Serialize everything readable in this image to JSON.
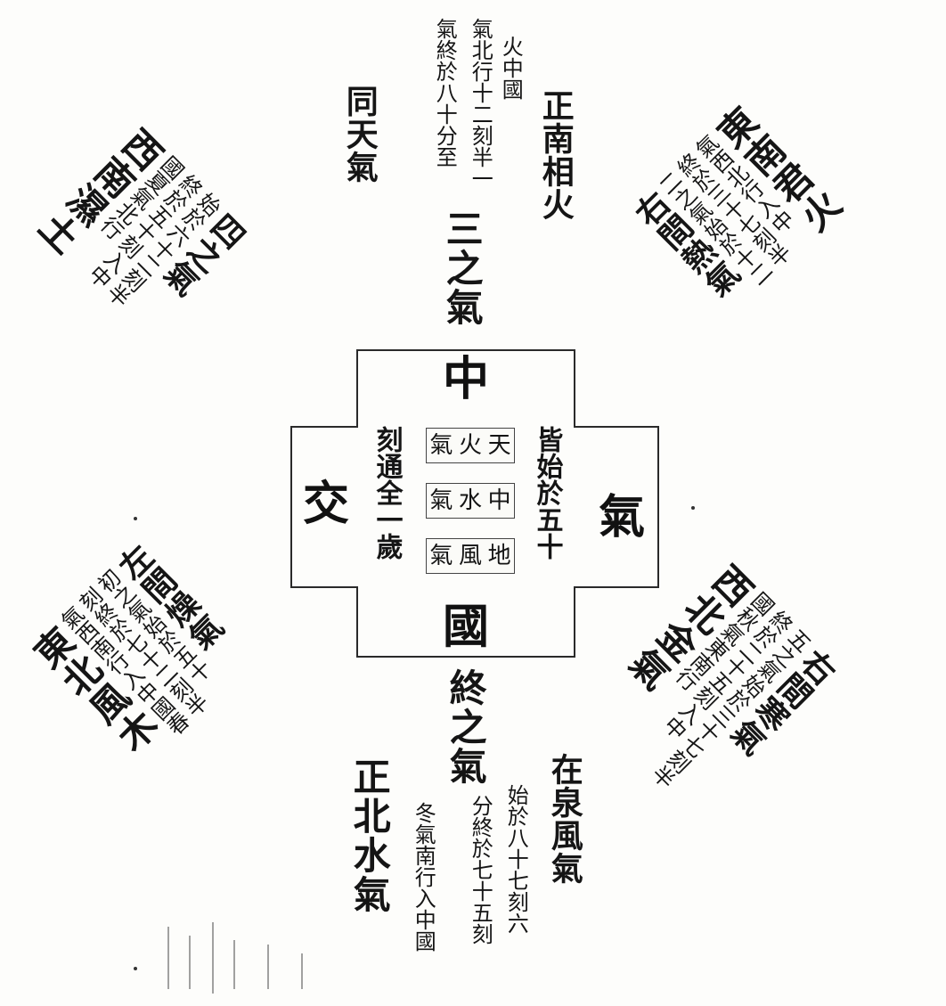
{
  "center": {
    "top": "中",
    "bottom": "國",
    "left": "交",
    "right": "氣",
    "col_right": "皆始於五十",
    "col_left": "刻通全一歲",
    "cells": [
      [
        "天",
        "火",
        "氣"
      ],
      [
        "中",
        "水",
        "氣"
      ],
      [
        "地",
        "風",
        "氣"
      ]
    ]
  },
  "south": {
    "col1": "正南相火",
    "col2": "火中國",
    "col3": "氣北行十二刻半一",
    "col4": "氣終於八十分至",
    "col5": "同天氣",
    "col6": "三之氣"
  },
  "north": {
    "col1": "在泉風氣",
    "col2": "始於八十七刻六",
    "col3": "分終於七十五刻",
    "col4": "冬氣南行入中國",
    "col5": "正北水氣",
    "col6": "終之氣"
  },
  "east": {
    "col1": "東南君火",
    "col2": "氣西北行入中",
    "col3": "終於三十七刻半",
    "col4": "二之氣始於十二",
    "col5": "右間熱氣"
  },
  "west": {
    "col1": "四之氣",
    "col2": "始於六十二刻半",
    "col3": "終於五十刻入中",
    "col4": "國夏氣北行",
    "col5": "西南濕土"
  },
  "northeast": {
    "col1": "左間燥氣",
    "col2": "初之氣始於五十",
    "col3": "刻終於七十二刻半",
    "col4": "氣西南行入中國春",
    "col5": "東北風木"
  },
  "northwest": {
    "col1": "右間寒氣",
    "col2": "五之氣始於三十七刻半",
    "col3": "終於二十五刻入中",
    "col4": "國秋氣東南行",
    "col5": "西北金氣"
  }
}
